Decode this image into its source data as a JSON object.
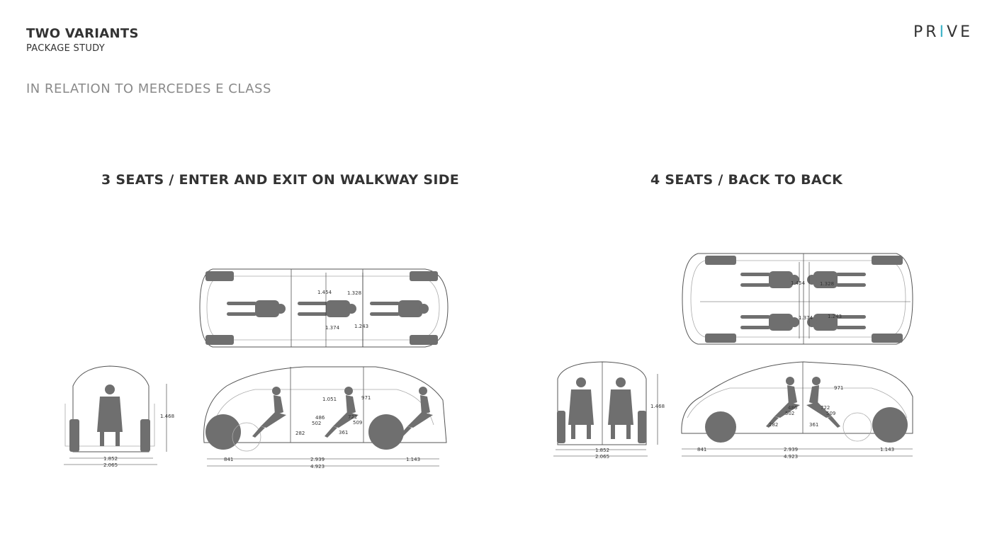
{
  "header": {
    "title": "TWO VARIANTS",
    "subtitle": "PACKAGE STUDY",
    "relation": "IN RELATION TO MERCEDES E CLASS",
    "logo_left": "PR",
    "logo_bar": "I",
    "logo_right": "VE"
  },
  "variants": [
    {
      "heading": "3 SEATS / ENTER AND EXIT ON WALKWAY SIDE",
      "top_dims": [
        "1.454",
        "1.328",
        "1.374",
        "1.243"
      ],
      "front_dims": [
        "1.468",
        "1.852",
        "2.065"
      ],
      "side_dims": [
        "1.051",
        "971",
        "486",
        "502",
        "722",
        "509",
        "282",
        "361",
        "841",
        "2.939",
        "1.143",
        "4.923"
      ]
    },
    {
      "heading": "4 SEATS / BACK TO BACK",
      "top_dims": [
        "1.454",
        "1.328",
        "1.374",
        "1.243"
      ],
      "front_dims": [
        "1.468",
        "1.852",
        "2.065"
      ],
      "side_dims": [
        "971",
        "486",
        "502",
        "722",
        "509",
        "282",
        "361",
        "841",
        "2.939",
        "1.143",
        "4.923"
      ]
    }
  ],
  "colors": {
    "accent": "#3fb4c8",
    "text": "#333333",
    "muted": "#8a8a8a",
    "fill": "#6f6f6f"
  }
}
